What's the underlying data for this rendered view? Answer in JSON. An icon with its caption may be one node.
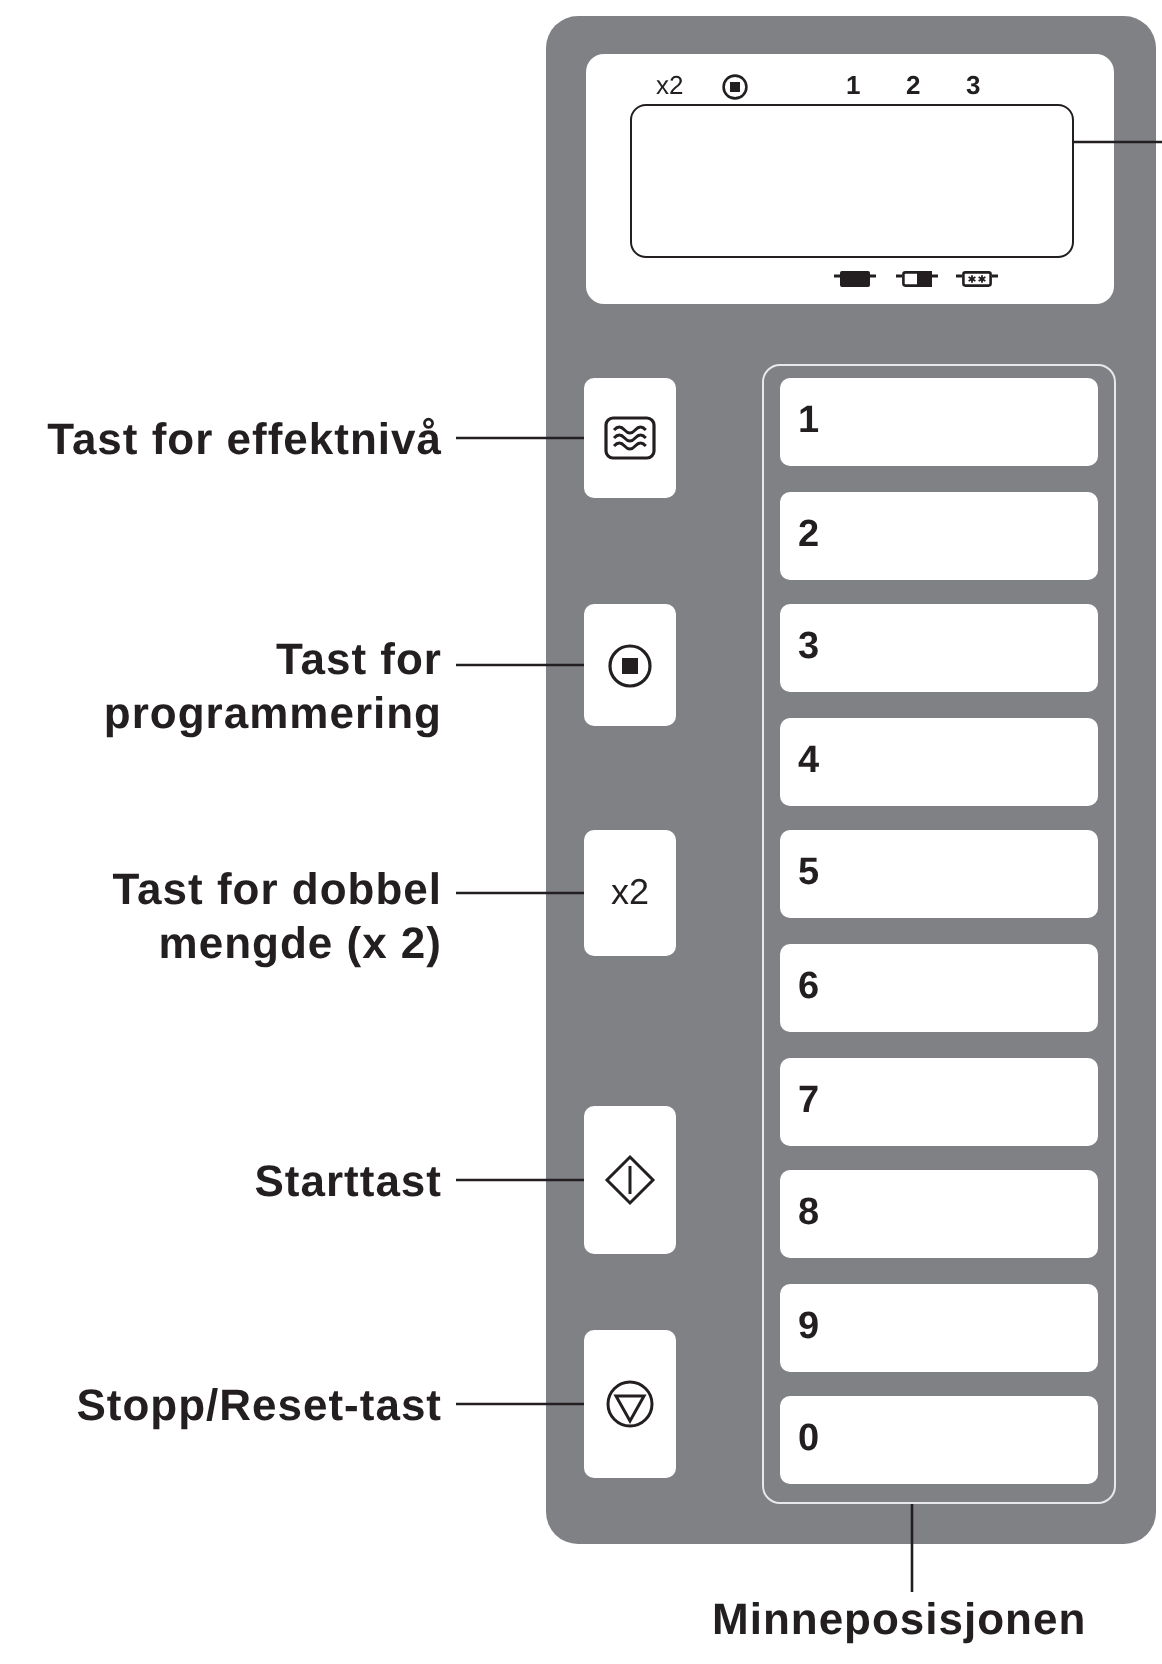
{
  "diagram": {
    "nodes": [
      {
        "text": [],
        "shape": "box"
      },
      {
        "text": [
          "x2",
          "1",
          "2",
          "3"
        ],
        "in": 0
      },
      {
        "text": [],
        "shape": "box",
        "in": 1
      },
      {
        "text": [
          "Tast for effektnivå"
        ]
      },
      {
        "text": [],
        "shape": "box",
        "in": 0
      },
      {
        "text": [
          "Tast for programmering"
        ]
      },
      {
        "text": [],
        "shape": "box",
        "in": 0
      },
      {
        "text": [
          "Tast for dobbel mengde (x 2)"
        ]
      },
      {
        "text": [
          "x2"
        ],
        "in": 0
      },
      {
        "text": [
          "Starttast"
        ]
      },
      {
        "text": [],
        "shape": "box",
        "in": 0
      },
      {
        "text": [
          "Stopp/Reset-tast"
        ]
      },
      {
        "text": [],
        "shape": "box",
        "in": 0
      },
      {
        "text": [],
        "shape": "box",
        "in": 0
      },
      {
        "text": [
          "1"
        ],
        "in": 13
      },
      {
        "text": [
          "2"
        ],
        "in": 13
      },
      {
        "text": [
          "3"
        ],
        "in": 13
      },
      {
        "text": [
          "4"
        ],
        "in": 13
      },
      {
        "text": [
          "5"
        ],
        "in": 13
      },
      {
        "text": [
          "6"
        ],
        "in": 13
      },
      {
        "text": [
          "7"
        ],
        "in": 13
      },
      {
        "text": [
          "8"
        ],
        "in": 13
      },
      {
        "text": [
          "9"
        ],
        "in": 13
      },
      {
        "text": [
          "0"
        ],
        "in": 13
      },
      {
        "text": [
          "Minneposisjonen"
        ]
      }
    ],
    "edges": [
      {
        "from": null,
        "to": 2,
        "arrow": "none"
      },
      {
        "from": 3,
        "to": 4,
        "arrow": "none"
      },
      {
        "from": 5,
        "to": 6,
        "arrow": "none"
      },
      {
        "from": 7,
        "to": 8,
        "arrow": "none"
      },
      {
        "from": 9,
        "to": 10,
        "arrow": "none"
      },
      {
        "from": 11,
        "to": 12,
        "arrow": "none"
      },
      {
        "from": 24,
        "to": 13,
        "arrow": "none"
      }
    ]
  }
}
